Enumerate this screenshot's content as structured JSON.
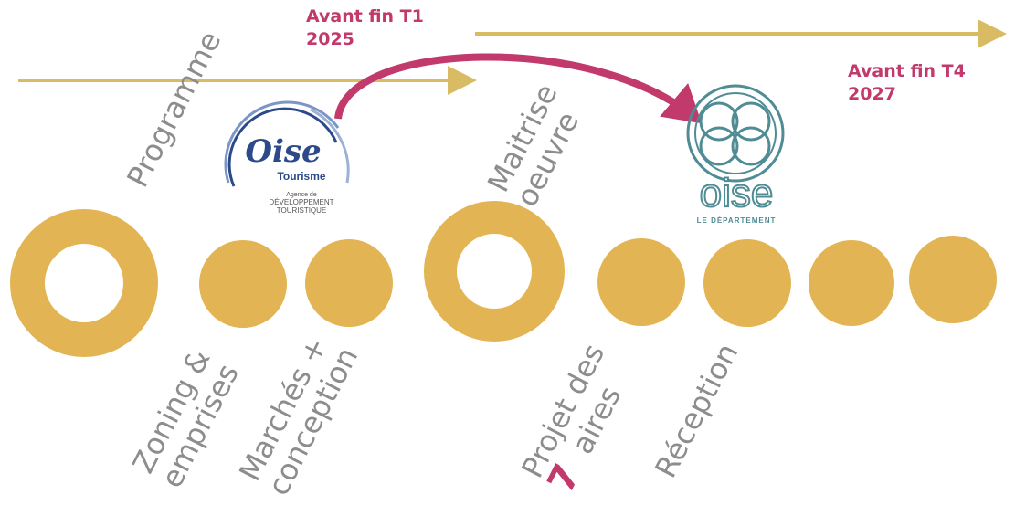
{
  "colors": {
    "gold": "#e3b453",
    "accent": "#c2396b",
    "arrow": "#d8bb62",
    "label": "#8d8d8d",
    "oise_blue": "#2c4a8a",
    "oise_teal": "#4f8c94"
  },
  "deadlines": {
    "first": {
      "line1": "Avant fin T1",
      "line2": "2025"
    },
    "second": {
      "line1": "Avant fin T4",
      "line2": "2027"
    }
  },
  "phases": {
    "programme": "Programme",
    "maitrise": {
      "line1": "Maitrise",
      "line2": "oeuvre"
    }
  },
  "steps": {
    "zoning": {
      "line1": "Zoning &",
      "line2": "emprises"
    },
    "marches": {
      "line1": "Marchés +",
      "line2": "conception"
    },
    "projet": {
      "line1": "Projet des",
      "number": "7",
      "word": "aires"
    },
    "reception": "Réception"
  },
  "logos": {
    "oise_tourisme": {
      "script": "Oise",
      "sub": "Tourisme",
      "tag1": "Agence de",
      "tag2": "DÉVELOPPEMENT",
      "tag3": "TOURISTIQUE"
    },
    "oise_departement": {
      "word": "oise",
      "sub": "LE DÉPARTEMENT"
    }
  },
  "timeline": {
    "ring_count": 2,
    "dot_count": 6,
    "nodes": [
      "ring",
      "dot",
      "dot",
      "ring",
      "dot",
      "dot",
      "dot",
      "dot"
    ]
  }
}
